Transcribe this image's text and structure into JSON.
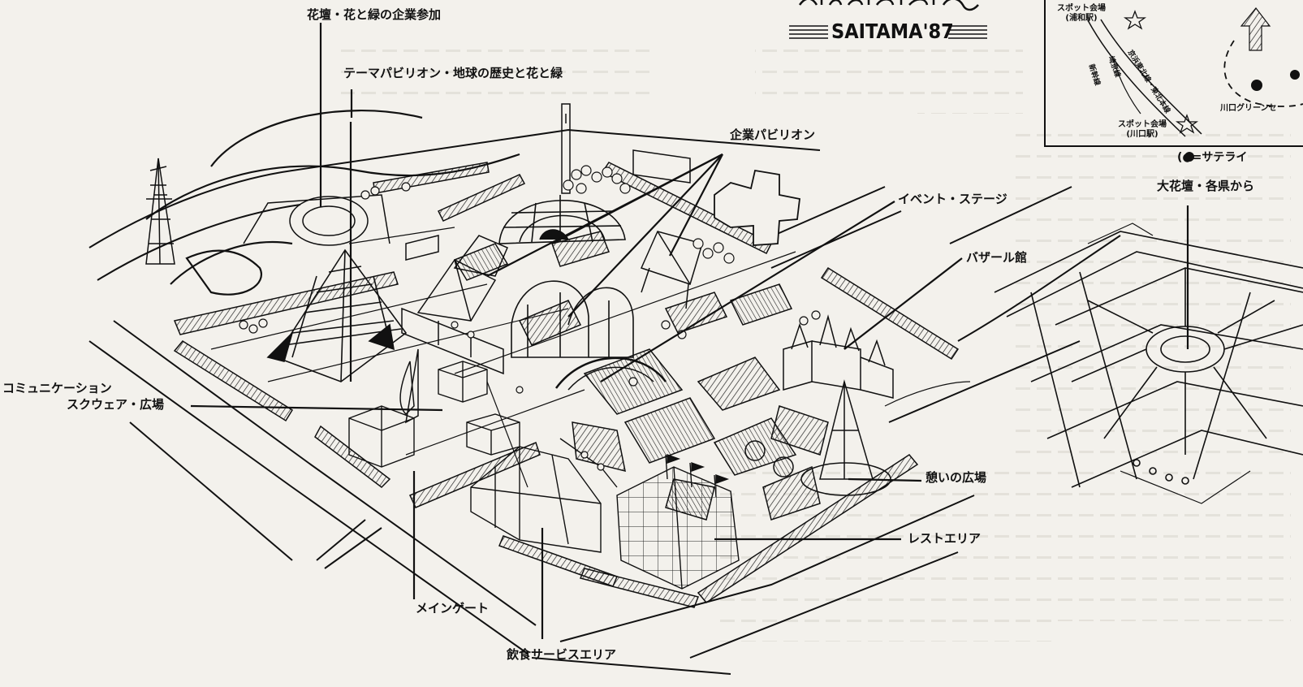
{
  "brand": {
    "saitama": "SAITAMA'87"
  },
  "labels": {
    "flower_bed_corporate": "花壇・花と緑の企業参加",
    "theme_pavilion": "テーマパビリオン・地球の歴史と花と緑",
    "corporate_pavilion": "企業パビリオン",
    "event_stage": "イベント・ステージ",
    "bazaar_hall": "バザール館",
    "communication": "コミュニケーション",
    "square_plaza": "スクウェア・広場",
    "relax_plaza": "憩いの広場",
    "rest_area": "レストエリア",
    "main_gate": "メインゲート",
    "food_service": "飲食サービスエリア",
    "big_flower_bed": "大花壇・各県から"
  },
  "inset_map": {
    "spot_urawa": "スポット会場",
    "spot_urawa_station": "(浦和駅)",
    "spot_kawaguchi": "スポット会場",
    "spot_kawaguchi_station": "(川口駅)",
    "kawaguchi_green_center": "川口グリーンセ",
    "rail_1": "京浜東北線・東北本線",
    "rail_2": "埼京線",
    "rail_3": "新幹線",
    "satellite_legend": "(●=サテライ"
  },
  "colors": {
    "ink": "#111111",
    "paper": "#f3f1ec"
  }
}
